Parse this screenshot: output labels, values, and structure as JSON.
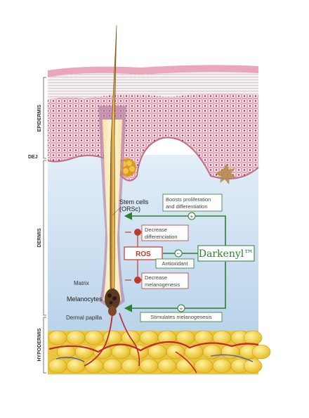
{
  "layers": {
    "epidermis": "EPIDERMIS",
    "dej": "DEJ",
    "dermis": "DERMIS",
    "hypodermis": "HYPODERMIS"
  },
  "labels": {
    "stem_cells_line1": "Stem cells",
    "stem_cells_line2": "(ORSc)",
    "matrix": "Matrix",
    "melanocytes": "Melanocytes",
    "dermal_papilla": "Dermal papilla"
  },
  "boxes": {
    "boosts_line1": "Boosts proliferation",
    "boosts_line2": "and differentiation",
    "decrease_diff_line1": "Decrease",
    "decrease_diff_line2": "differenciation",
    "ros": "ROS",
    "antioxidant": "Antioxidant",
    "darkenyl": "Darkenyl™",
    "decrease_mel_line1": "Decrease",
    "decrease_mel_line2": "melanogenesis",
    "stimulates": "Stimulates melanogenesis"
  },
  "signs": {
    "plus": "+",
    "minus": "−"
  },
  "colors": {
    "green": "#2e7d32",
    "red": "#c0392b",
    "epidermis_pink": "#e8a7b8",
    "dermis_blue": "#cfe2f1",
    "fat_yellow": "#f2cc2e",
    "hair_gold": "#d9a441"
  }
}
